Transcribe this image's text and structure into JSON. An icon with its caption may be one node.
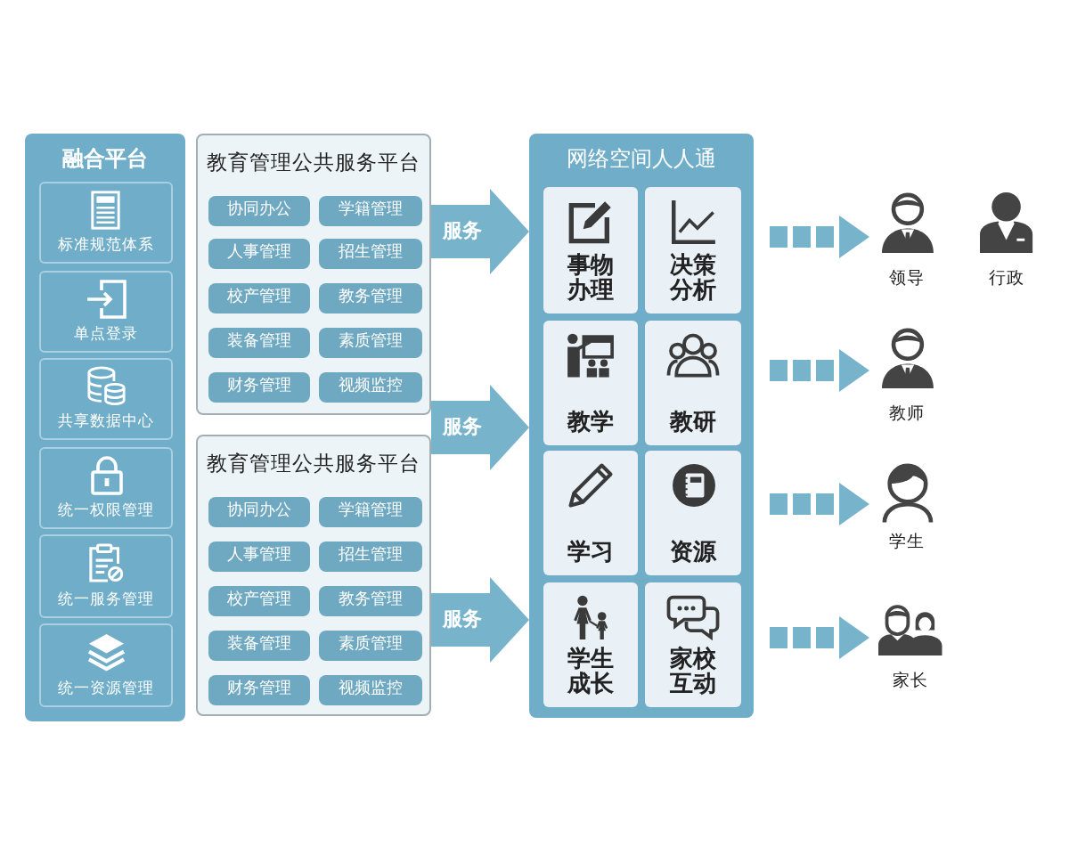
{
  "diagram": {
    "nodes": [
      {
        "text": [
          "融合平台"
        ]
      },
      {
        "text": [
          "标准规范体系"
        ],
        "in": 0
      },
      {
        "text": [
          "单点登录"
        ],
        "in": 0
      },
      {
        "text": [
          "共享数据中心"
        ],
        "in": 0
      },
      {
        "text": [
          "统一权限管理"
        ],
        "in": 0
      },
      {
        "text": [
          "统一服务管理"
        ],
        "in": 0
      },
      {
        "text": [
          "统一资源管理"
        ],
        "in": 0
      },
      {
        "text": [
          "教育管理公共服务平台"
        ]
      },
      {
        "text": [
          "协同办公"
        ],
        "in": 7
      },
      {
        "text": [
          "学籍管理"
        ],
        "in": 7
      },
      {
        "text": [
          "人事管理"
        ],
        "in": 7
      },
      {
        "text": [
          "招生管理"
        ],
        "in": 7
      },
      {
        "text": [
          "校产管理"
        ],
        "in": 7
      },
      {
        "text": [
          "教务管理"
        ],
        "in": 7
      },
      {
        "text": [
          "装备管理"
        ],
        "in": 7
      },
      {
        "text": [
          "素质管理"
        ],
        "in": 7
      },
      {
        "text": [
          "财务管理"
        ],
        "in": 7
      },
      {
        "text": [
          "视频监控"
        ],
        "in": 7
      },
      {
        "text": [
          "教育管理公共服务平台"
        ]
      },
      {
        "text": [
          "协同办公"
        ],
        "in": 18
      },
      {
        "text": [
          "学籍管理"
        ],
        "in": 18
      },
      {
        "text": [
          "人事管理"
        ],
        "in": 18
      },
      {
        "text": [
          "招生管理"
        ],
        "in": 18
      },
      {
        "text": [
          "校产管理"
        ],
        "in": 18
      },
      {
        "text": [
          "教务管理"
        ],
        "in": 18
      },
      {
        "text": [
          "装备管理"
        ],
        "in": 18
      },
      {
        "text": [
          "素质管理"
        ],
        "in": 18
      },
      {
        "text": [
          "财务管理"
        ],
        "in": 18
      },
      {
        "text": [
          "视频监控"
        ],
        "in": 18
      },
      {
        "text": [
          "网络空间人人通"
        ]
      },
      {
        "text": [
          "事物办理"
        ],
        "in": 29
      },
      {
        "text": [
          "决策分析"
        ],
        "in": 29
      },
      {
        "text": [
          "教学"
        ],
        "in": 29
      },
      {
        "text": [
          "教研"
        ],
        "in": 29
      },
      {
        "text": [
          "学习"
        ],
        "in": 29
      },
      {
        "text": [
          "资源"
        ],
        "in": 29
      },
      {
        "text": [
          "学生成长"
        ],
        "in": 29
      },
      {
        "text": [
          "家校互动"
        ],
        "in": 29
      },
      {
        "text": [
          "领导"
        ]
      },
      {
        "text": [
          "行政"
        ]
      },
      {
        "text": [
          "教师"
        ]
      },
      {
        "text": [
          "学生"
        ]
      },
      {
        "text": [
          "家长"
        ]
      }
    ],
    "edges": [
      {
        "from": 7,
        "to": 29,
        "arrow": "to",
        "label": "服务",
        "style": "thick"
      },
      {
        "from": 18,
        "to": 29,
        "arrow": "to",
        "label": "服务",
        "style": "thick"
      },
      {
        "from": 18,
        "to": 29,
        "arrow": "to",
        "label": "服务",
        "style": "thick"
      },
      {
        "from": 29,
        "to": 38,
        "arrow": "to",
        "style": "dashed"
      },
      {
        "from": 29,
        "to": 40,
        "arrow": "to",
        "style": "dashed"
      },
      {
        "from": 29,
        "to": 41,
        "arrow": "to",
        "style": "dashed"
      },
      {
        "from": 29,
        "to": 42,
        "arrow": "to",
        "style": "dashed"
      }
    ]
  }
}
